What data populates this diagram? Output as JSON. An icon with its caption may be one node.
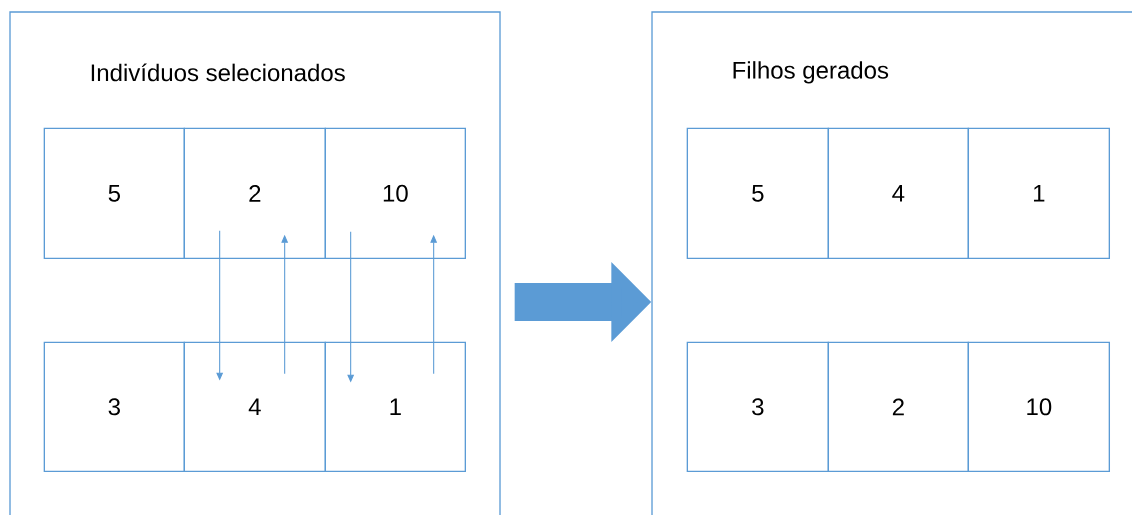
{
  "diagram": {
    "nodes": [
      {
        "text": [
          "Indivíduos selecionados"
        ]
      },
      {
        "text": [
          "5"
        ],
        "in": 0
      },
      {
        "text": [
          "2"
        ],
        "in": 0
      },
      {
        "text": [
          "10"
        ],
        "in": 0
      },
      {
        "text": [
          "3"
        ],
        "in": 0
      },
      {
        "text": [
          "4"
        ],
        "in": 0
      },
      {
        "text": [
          "1"
        ],
        "in": 0
      },
      {
        "text": [
          "Filhos gerados"
        ]
      },
      {
        "text": [
          "5"
        ],
        "in": 7
      },
      {
        "text": [
          "4"
        ],
        "in": 7
      },
      {
        "text": [
          "1"
        ],
        "in": 7
      },
      {
        "text": [
          "3"
        ],
        "in": 7
      },
      {
        "text": [
          "2"
        ],
        "in": 7
      },
      {
        "text": [
          "10"
        ],
        "in": 7
      }
    ],
    "edges": [
      {
        "from": 2,
        "to": 5,
        "arrow": "to"
      },
      {
        "from": 5,
        "to": 2,
        "arrow": "to"
      },
      {
        "from": 3,
        "to": 6,
        "arrow": "to"
      },
      {
        "from": 6,
        "to": 3,
        "arrow": "to"
      },
      {
        "from": 0,
        "to": 7,
        "arrow": "to",
        "style": "thick"
      }
    ]
  }
}
